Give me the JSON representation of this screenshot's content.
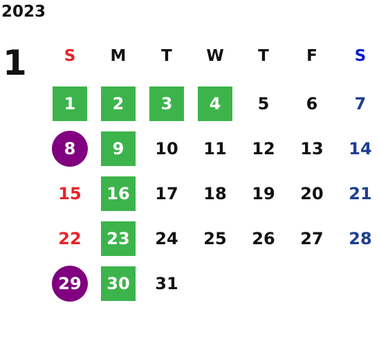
{
  "calendar": {
    "year": "2023",
    "month": "1",
    "weekdays": [
      {
        "label": "S",
        "color": "#e8232a"
      },
      {
        "label": "M",
        "color": "#111111"
      },
      {
        "label": "T",
        "color": "#111111"
      },
      {
        "label": "W",
        "color": "#111111"
      },
      {
        "label": "T",
        "color": "#111111"
      },
      {
        "label": "F",
        "color": "#111111"
      },
      {
        "label": "S",
        "color": "#0a1fd0"
      }
    ],
    "days": [
      {
        "day": "1",
        "col": 0,
        "row": 0,
        "highlight": "square",
        "color": "#ffffff"
      },
      {
        "day": "2",
        "col": 1,
        "row": 0,
        "highlight": "square",
        "color": "#ffffff"
      },
      {
        "day": "3",
        "col": 2,
        "row": 0,
        "highlight": "square",
        "color": "#ffffff"
      },
      {
        "day": "4",
        "col": 3,
        "row": 0,
        "highlight": "square",
        "color": "#ffffff"
      },
      {
        "day": "5",
        "col": 4,
        "row": 0,
        "highlight": "none",
        "color": "#111111"
      },
      {
        "day": "6",
        "col": 5,
        "row": 0,
        "highlight": "none",
        "color": "#111111"
      },
      {
        "day": "7",
        "col": 6,
        "row": 0,
        "highlight": "none",
        "color": "#1e3f91"
      },
      {
        "day": "8",
        "col": 0,
        "row": 1,
        "highlight": "circle",
        "color": "#ffffff"
      },
      {
        "day": "9",
        "col": 1,
        "row": 1,
        "highlight": "square",
        "color": "#ffffff"
      },
      {
        "day": "10",
        "col": 2,
        "row": 1,
        "highlight": "none",
        "color": "#111111"
      },
      {
        "day": "11",
        "col": 3,
        "row": 1,
        "highlight": "none",
        "color": "#111111"
      },
      {
        "day": "12",
        "col": 4,
        "row": 1,
        "highlight": "none",
        "color": "#111111"
      },
      {
        "day": "13",
        "col": 5,
        "row": 1,
        "highlight": "none",
        "color": "#111111"
      },
      {
        "day": "14",
        "col": 6,
        "row": 1,
        "highlight": "none",
        "color": "#1e3f91"
      },
      {
        "day": "15",
        "col": 0,
        "row": 2,
        "highlight": "none",
        "color": "#e8232a"
      },
      {
        "day": "16",
        "col": 1,
        "row": 2,
        "highlight": "square",
        "color": "#ffffff"
      },
      {
        "day": "17",
        "col": 2,
        "row": 2,
        "highlight": "none",
        "color": "#111111"
      },
      {
        "day": "18",
        "col": 3,
        "row": 2,
        "highlight": "none",
        "color": "#111111"
      },
      {
        "day": "19",
        "col": 4,
        "row": 2,
        "highlight": "none",
        "color": "#111111"
      },
      {
        "day": "20",
        "col": 5,
        "row": 2,
        "highlight": "none",
        "color": "#111111"
      },
      {
        "day": "21",
        "col": 6,
        "row": 2,
        "highlight": "none",
        "color": "#1e3f91"
      },
      {
        "day": "22",
        "col": 0,
        "row": 3,
        "highlight": "none",
        "color": "#e8232a"
      },
      {
        "day": "23",
        "col": 1,
        "row": 3,
        "highlight": "square",
        "color": "#ffffff"
      },
      {
        "day": "24",
        "col": 2,
        "row": 3,
        "highlight": "none",
        "color": "#111111"
      },
      {
        "day": "25",
        "col": 3,
        "row": 3,
        "highlight": "none",
        "color": "#111111"
      },
      {
        "day": "26",
        "col": 4,
        "row": 3,
        "highlight": "none",
        "color": "#111111"
      },
      {
        "day": "27",
        "col": 5,
        "row": 3,
        "highlight": "none",
        "color": "#111111"
      },
      {
        "day": "28",
        "col": 6,
        "row": 3,
        "highlight": "none",
        "color": "#1e3f91"
      },
      {
        "day": "29",
        "col": 0,
        "row": 4,
        "highlight": "circle",
        "color": "#ffffff"
      },
      {
        "day": "30",
        "col": 1,
        "row": 4,
        "highlight": "square",
        "color": "#ffffff"
      },
      {
        "day": "31",
        "col": 2,
        "row": 4,
        "highlight": "none",
        "color": "#111111"
      }
    ],
    "colors": {
      "square": "#3cb44b",
      "circle": "#800080"
    }
  }
}
